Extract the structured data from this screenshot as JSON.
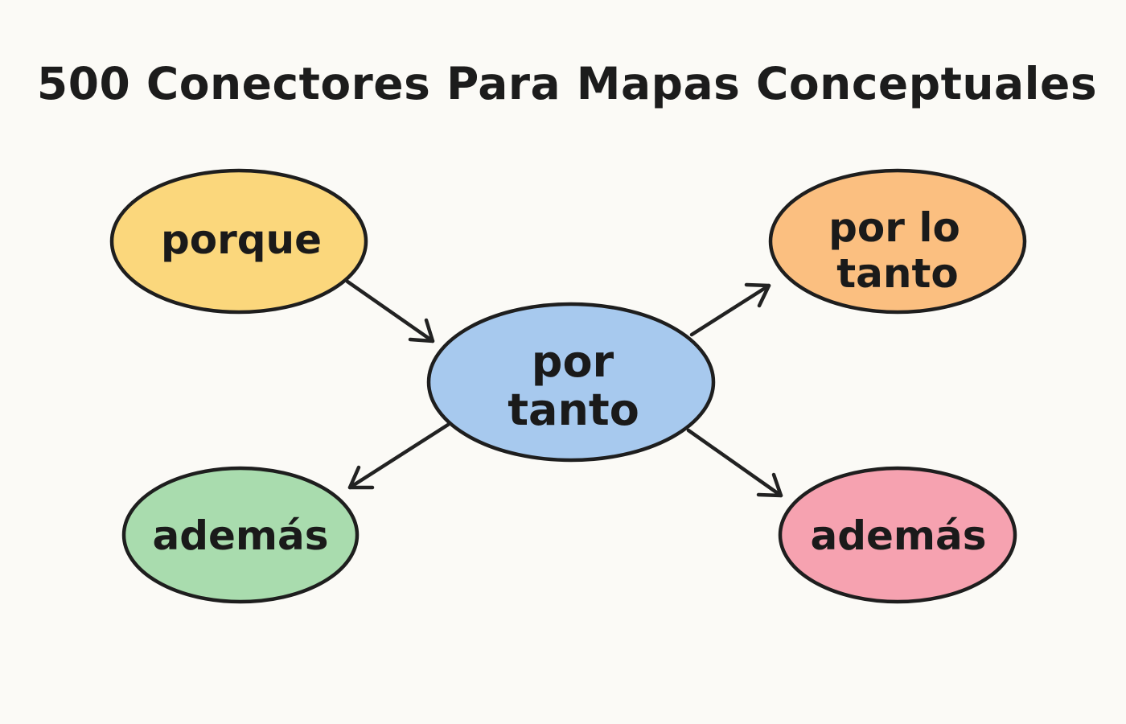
{
  "title": "500 Conectores Para Mapas Conceptuales",
  "nodes": {
    "top_left": {
      "lines": [
        "porque"
      ],
      "color": "#fbd77c"
    },
    "top_right": {
      "lines": [
        "por lo",
        "tanto"
      ],
      "color": "#fbbf80"
    },
    "center": {
      "lines": [
        "por",
        "tanto"
      ],
      "color": "#a7c9ee"
    },
    "bottom_left": {
      "lines": [
        "además"
      ],
      "color": "#a9dcae"
    },
    "bottom_right": {
      "lines": [
        "además"
      ],
      "color": "#f6a2b0"
    }
  },
  "edges": [
    {
      "from": "top_left",
      "to": "center"
    },
    {
      "from": "center",
      "to": "top_right"
    },
    {
      "from": "center",
      "to": "bottom_left"
    },
    {
      "from": "center",
      "to": "bottom_right"
    }
  ]
}
